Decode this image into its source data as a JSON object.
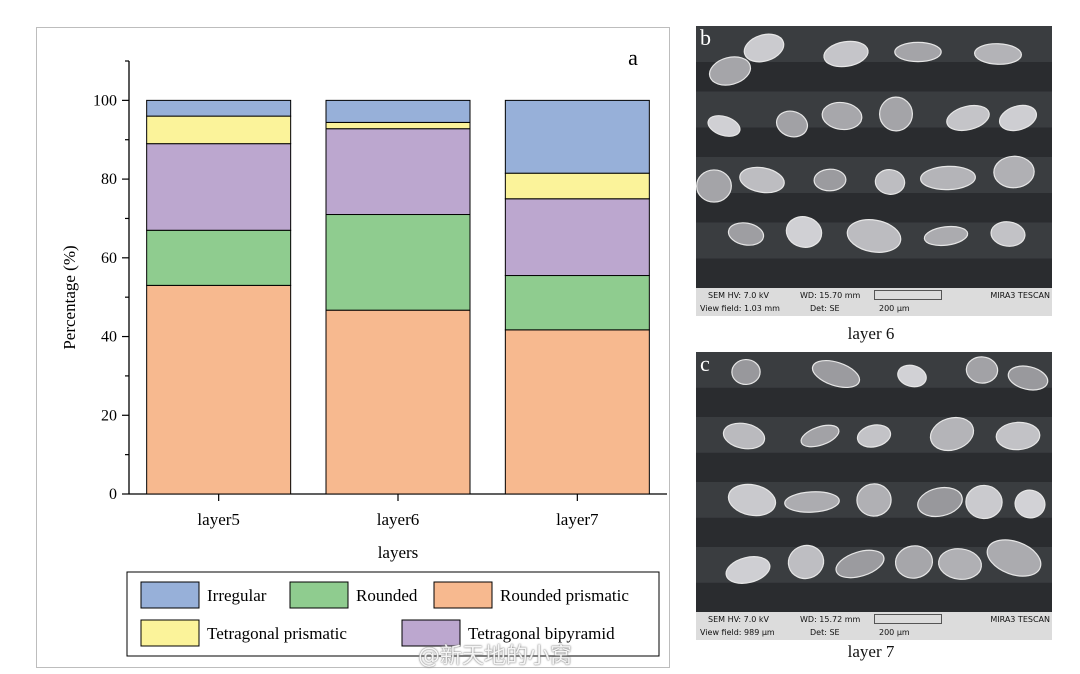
{
  "chart_data": {
    "type": "bar",
    "stacked": true,
    "panel_label": "a",
    "xlabel": "layers",
    "ylabel": "Percentage (%)",
    "ylim": [
      0,
      110
    ],
    "yticks": [
      0,
      20,
      40,
      60,
      80,
      100
    ],
    "categories": [
      "layer5",
      "layer6",
      "layer7"
    ],
    "series": [
      {
        "name": "Rounded prismatic",
        "color": "#f7b98f",
        "values": [
          53,
          46.7,
          41.7
        ]
      },
      {
        "name": "Rounded",
        "color": "#8fcc8f",
        "values": [
          14,
          24.3,
          13.8
        ]
      },
      {
        "name": "Tetragonal bipyramid",
        "color": "#bca7cf",
        "values": [
          22,
          21.8,
          19.5
        ]
      },
      {
        "name": "Tetragonal prismatic",
        "color": "#fbf39a",
        "values": [
          7,
          1.6,
          6.5
        ]
      },
      {
        "name": "Irregular",
        "color": "#97b0d9",
        "values": [
          4,
          5.6,
          18.5
        ]
      }
    ],
    "legend_order": [
      "Irregular",
      "Rounded",
      "Rounded prismatic",
      "Tetragonal prismatic",
      "Tetragonal bipyramid"
    ],
    "legend_position": "bottom",
    "grid": false
  },
  "sem_panels": [
    {
      "letter": "b",
      "caption": "layer 6",
      "hv": "SEM HV: 7.0 kV",
      "wd": "WD: 15.70 mm",
      "view_field": "View field: 1.03 mm",
      "det": "Det: SE",
      "scale": "200 μm",
      "brand": "MIRA3 TESCAN"
    },
    {
      "letter": "c",
      "caption": "layer 7",
      "hv": "SEM HV: 7.0 kV",
      "wd": "WD: 15.72 mm",
      "view_field": "View field: 989 μm",
      "det": "Det: SE",
      "scale": "200 μm",
      "brand": "MIRA3 TESCAN"
    }
  ],
  "watermark": "@新天地的小窝"
}
